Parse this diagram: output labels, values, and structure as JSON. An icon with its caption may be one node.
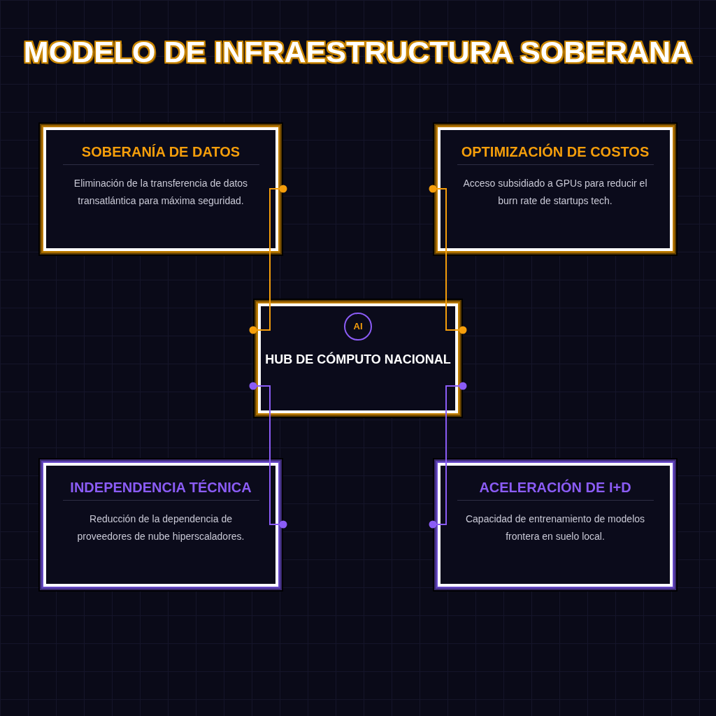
{
  "diagram": {
    "title": "MODELO DE INFRAESTRUCTURA SOBERANA",
    "nodes": [
      {
        "text": [
          "SOBERANÍA DE DATOS",
          "Eliminación de la transferencia de datos transatlántica para máxima seguridad."
        ]
      },
      {
        "text": [
          "OPTIMIZACIÓN DE COSTOS",
          "Acceso subsidiado a GPUs para reducir el burn rate de startups tech."
        ]
      },
      {
        "text": [
          "HUB DE CÓMPUTO NACIONAL"
        ]
      },
      {
        "text": [
          "AI"
        ],
        "in": 2
      },
      {
        "text": [
          "INDEPENDENCIA TÉCNICA",
          "Reducción de la dependencia de proveedores de nube hiperscaladores."
        ]
      },
      {
        "text": [
          "ACELERACIÓN DE I+D",
          "Capacidad de entrenamiento de modelos frontera en suelo local."
        ]
      }
    ],
    "edges": [
      {
        "from": 2,
        "to": 0,
        "arrow": "other",
        "color": "#f59e0b"
      },
      {
        "from": 2,
        "to": 1,
        "arrow": "other",
        "color": "#f59e0b"
      },
      {
        "from": 2,
        "to": 4,
        "arrow": "other",
        "color": "#8b5cf6"
      },
      {
        "from": 2,
        "to": 5,
        "arrow": "other",
        "color": "#8b5cf6"
      }
    ]
  }
}
